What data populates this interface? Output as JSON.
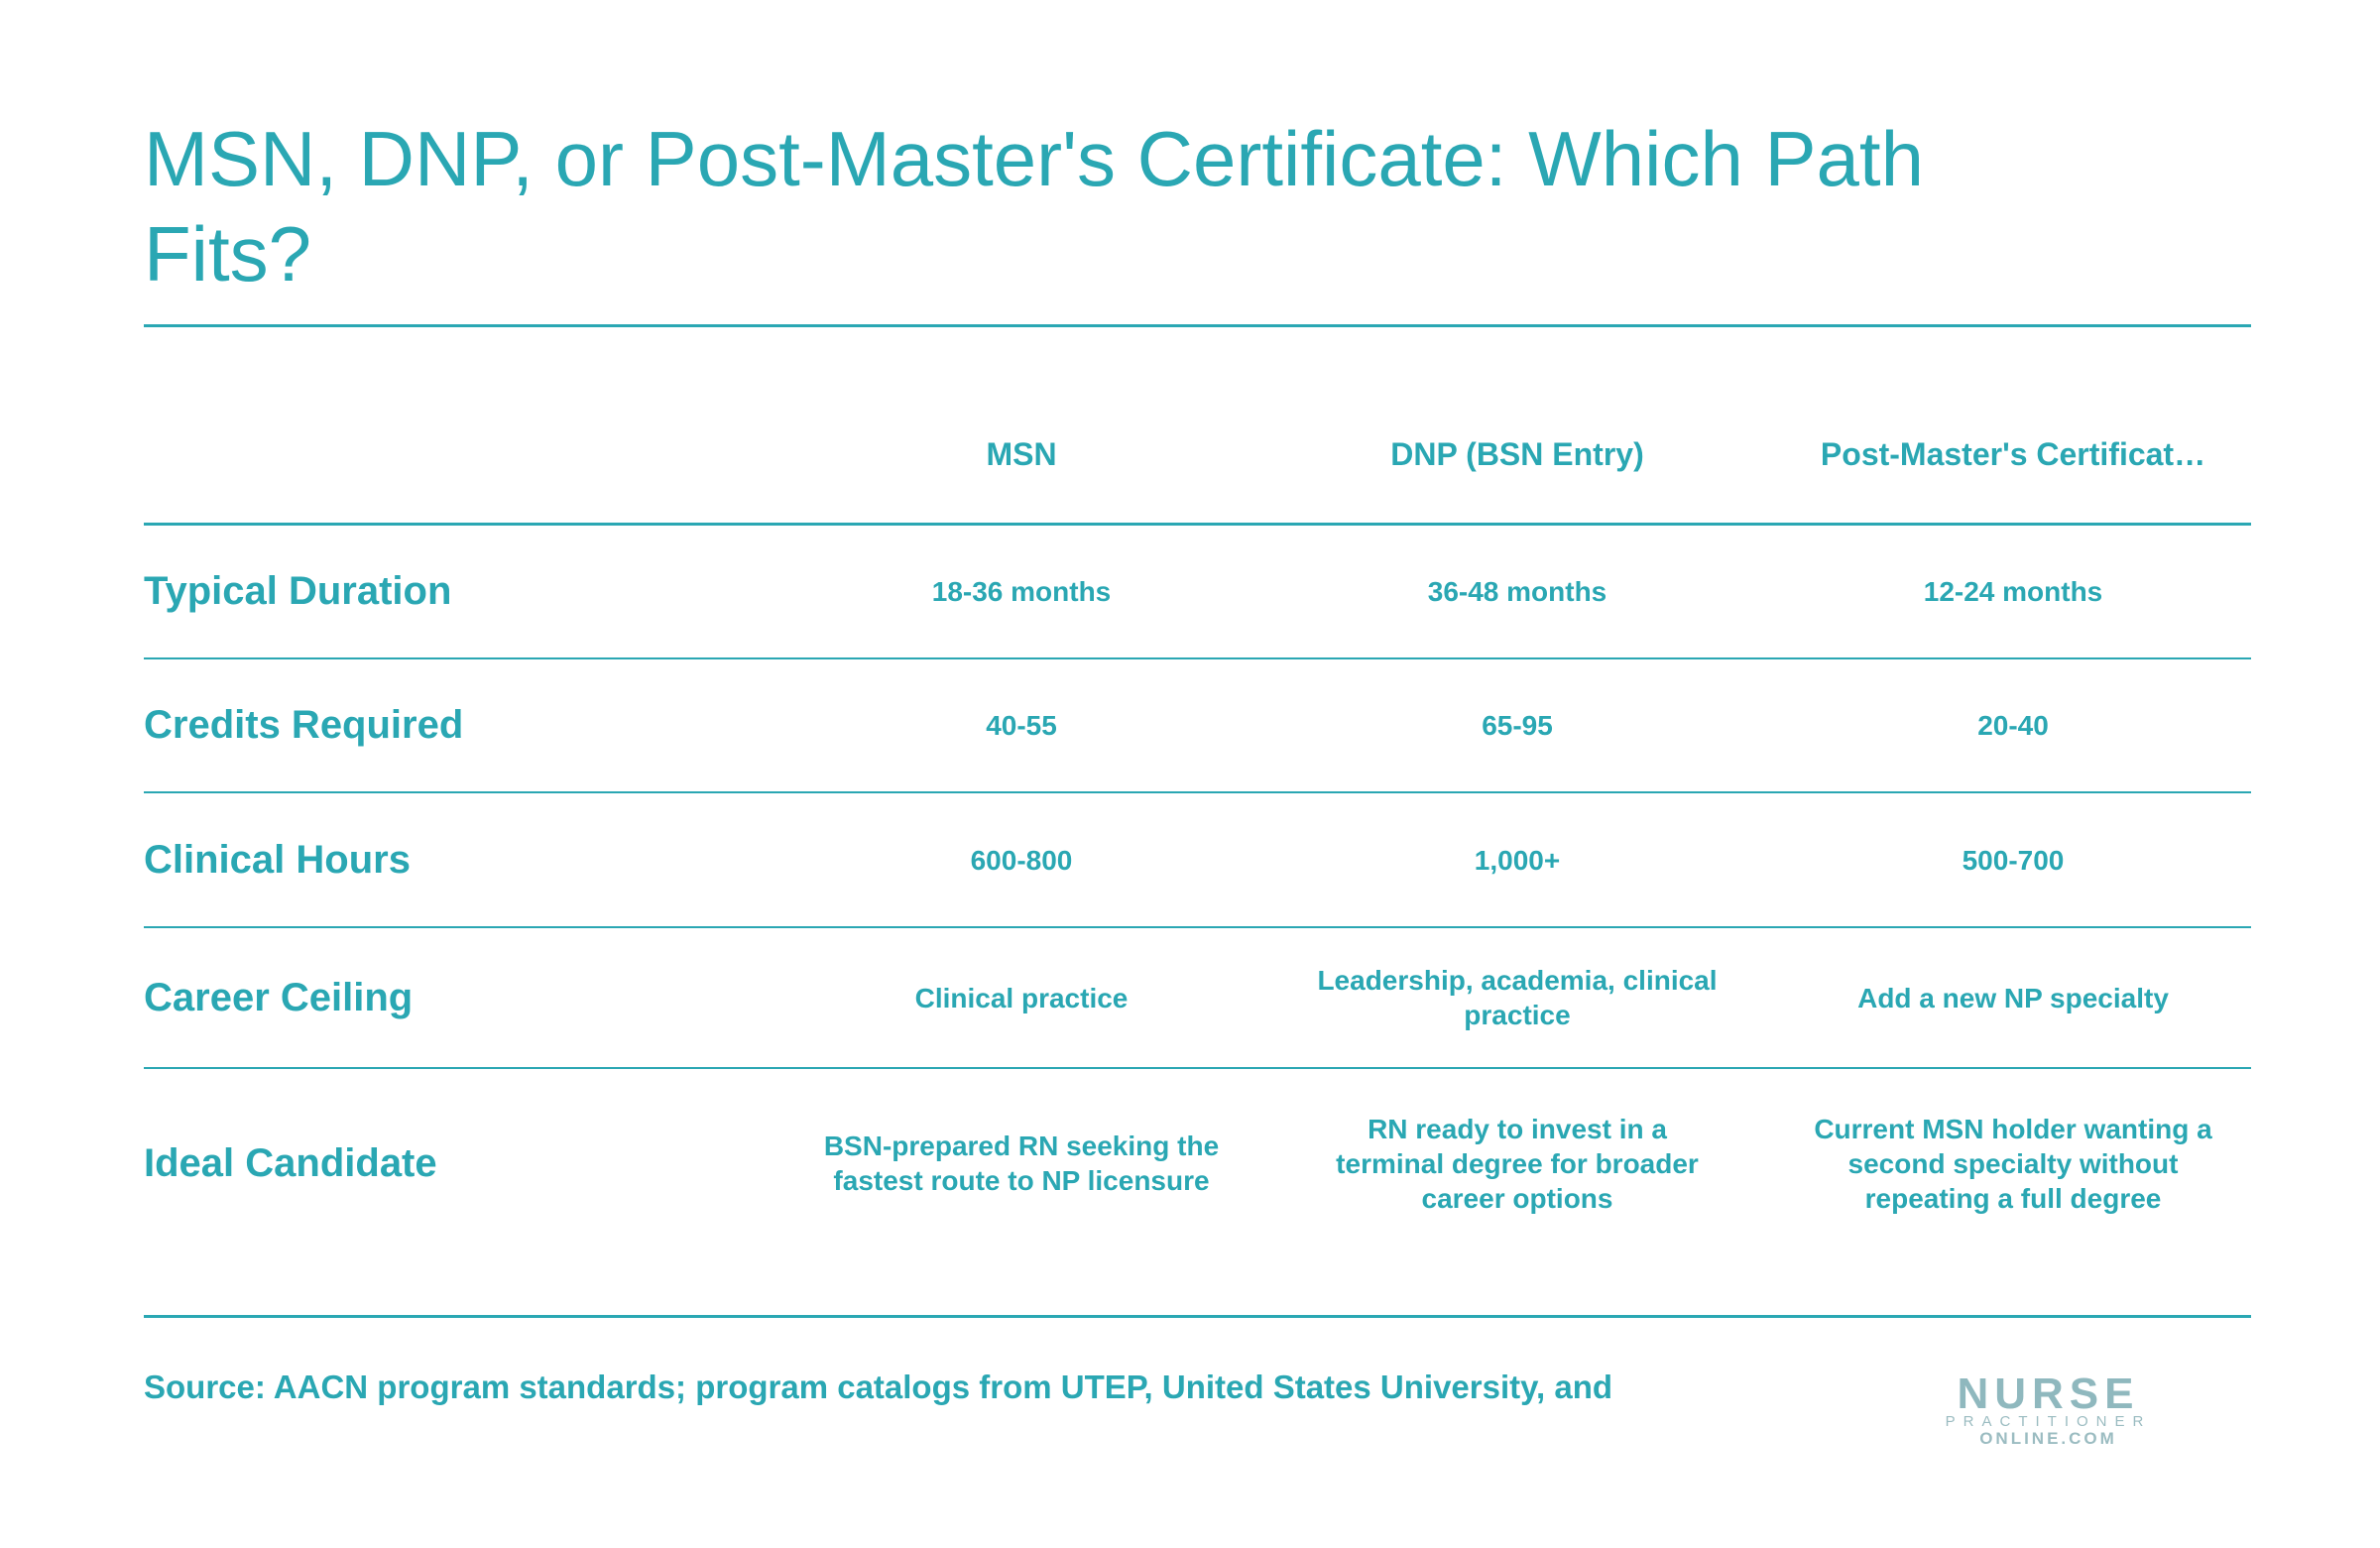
{
  "title": "MSN, DNP, or Post-Master's Certificate: Which Path Fits?",
  "columns": [
    "MSN",
    "DNP (BSN Entry)",
    "Post-Master's Certificat…"
  ],
  "rows": [
    {
      "label": "Typical Duration",
      "values": [
        "18-36 months",
        "36-48 months",
        "12-24 months"
      ]
    },
    {
      "label": "Credits Required",
      "values": [
        "40-55",
        "65-95",
        "20-40"
      ]
    },
    {
      "label": "Clinical Hours",
      "values": [
        "600-800",
        "1,000+",
        "500-700"
      ]
    },
    {
      "label": "Career Ceiling",
      "values": [
        "Clinical practice",
        "Leadership, academia, clinical practice",
        "Add a new NP specialty"
      ]
    },
    {
      "label": "Ideal Candidate",
      "values": [
        "BSN-prepared RN seeking the fastest route to NP licensure",
        "RN ready to invest in a terminal degree for broader career options",
        "Current MSN holder wanting a second specialty without repeating a full degree"
      ]
    }
  ],
  "source": "Source: AACN program standards; program catalogs from UTEP, United States University, and",
  "logo": {
    "line1": "NURSE",
    "line2": "PRACTITIONER",
    "line3": "ONLINE.COM"
  },
  "colors": {
    "accent": "#2aa7b3",
    "logo": "#8fb8be"
  }
}
